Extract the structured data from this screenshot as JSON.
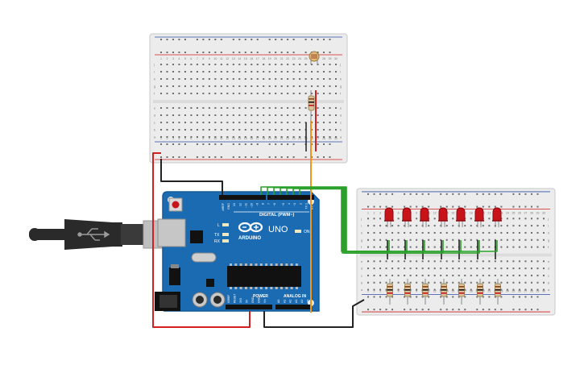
{
  "colors": {
    "board": "#1b6bb3",
    "board_edge": "#155a98",
    "breadboard": "#ececec",
    "breadboard_edge": "#c9c9c9",
    "rail_red": "#d21f1f",
    "rail_blue": "#2f4fa8",
    "hole": "#6c6c6c",
    "wire_red": "#d21f1f",
    "wire_black": "#222222",
    "wire_green": "#2aa12a",
    "wire_orange": "#f0961a",
    "led": "#c8131a",
    "resistor_body": "#d9c19a",
    "usb_cable": "#2a2a2a",
    "usb_plug": "#b9b9b9"
  },
  "breadboard_top": {
    "col_numbers": [
      "1",
      "2",
      "3",
      "4",
      "5",
      "6",
      "7",
      "8",
      "9",
      "10",
      "11",
      "12",
      "13",
      "14",
      "15",
      "16",
      "17",
      "18",
      "19",
      "20",
      "21",
      "22",
      "23",
      "24",
      "25",
      "26",
      "27",
      "28",
      "29",
      "30"
    ],
    "row_letters_upper": [
      "j",
      "i",
      "h",
      "g",
      "f"
    ],
    "row_letters_lower": [
      "e",
      "d",
      "c",
      "b",
      "a"
    ]
  },
  "breadboard_right": {
    "col_numbers": [
      "1",
      "2",
      "3",
      "4",
      "5",
      "6",
      "7",
      "8",
      "9",
      "10",
      "11",
      "12",
      "13",
      "14",
      "15",
      "16",
      "17",
      "18",
      "19",
      "20",
      "21",
      "22",
      "23",
      "24",
      "25",
      "26",
      "27",
      "28",
      "29",
      "30"
    ],
    "row_letters_upper": [
      "j",
      "i",
      "h",
      "g",
      "f"
    ],
    "row_letters_lower": [
      "e",
      "d",
      "c",
      "b",
      "a"
    ],
    "led_count": 7,
    "resistor_count": 7
  },
  "arduino": {
    "model": "UNO",
    "brand": "ARDUINO",
    "digital_label": "DIGITAL (PWM~)",
    "power_label": "POWER",
    "analog_label": "ANALOG IN",
    "on_label": "ON",
    "tx_label": "TX",
    "rx_label": "RX",
    "l_label": "L",
    "digital_pins": [
      "AREF",
      "GND",
      "13",
      "12",
      "~11",
      "~10",
      "~9",
      "8",
      "7",
      "~6",
      "~5",
      "4",
      "~3",
      "2",
      "TX 1",
      "RX 0"
    ],
    "power_pins": [
      "IOREF",
      "RESET",
      "3V3",
      "5V",
      "GND",
      "GND",
      "Vin"
    ],
    "analog_pins": [
      "A0",
      "A1",
      "A2",
      "A3",
      "A4",
      "A5"
    ]
  }
}
